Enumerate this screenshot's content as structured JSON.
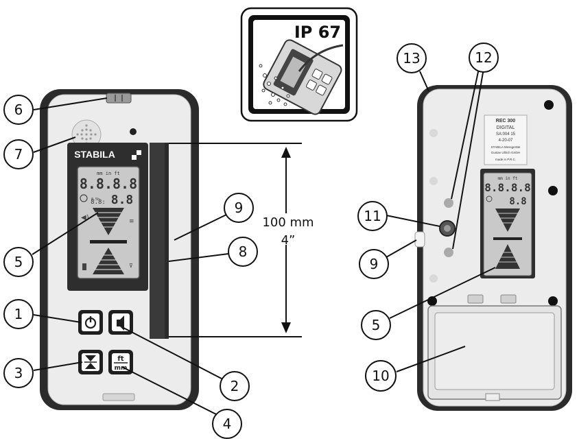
{
  "front": {
    "brand": "STABILA",
    "lcd_unit_label": "mm in ft",
    "lcd_digits_top": "8.8.8.8",
    "lcd_digits_mid": "8.8",
    "lcd_digits_small": "8.8:",
    "lcd_timer_label": "0.5h"
  },
  "back": {
    "label_lines": [
      "REC 300",
      "DIGITAL",
      "SA:004 15",
      "4-20-07",
      "STABILA Messgeräte",
      "Gustav Ullrich GmbH",
      "made in P.R.C."
    ],
    "lcd_unit_label": "mm in ft",
    "lcd_digits_top": "8.8.8.8",
    "lcd_digits_mid": "8.8"
  },
  "ip_badge": {
    "text": "IP 67"
  },
  "measurement": {
    "value": "100 mm",
    "imperial": "4”"
  },
  "callouts": [
    {
      "id": "1"
    },
    {
      "id": "2"
    },
    {
      "id": "3"
    },
    {
      "id": "4"
    },
    {
      "id": "5"
    },
    {
      "id": "6"
    },
    {
      "id": "7"
    },
    {
      "id": "8"
    },
    {
      "id": "9"
    },
    {
      "id": "13"
    },
    {
      "id": "12"
    },
    {
      "id": "11"
    },
    {
      "id": "9"
    },
    {
      "id": "5"
    },
    {
      "id": "10"
    }
  ],
  "buttons": {
    "unit_button_top": "ft",
    "unit_button_bottom": "mm"
  },
  "colors": {
    "housing_dark": "#2b2b2b",
    "housing_light": "#ececec",
    "lcd_bg": "#c9c9c9",
    "window_dark": "#3a3a3a"
  }
}
